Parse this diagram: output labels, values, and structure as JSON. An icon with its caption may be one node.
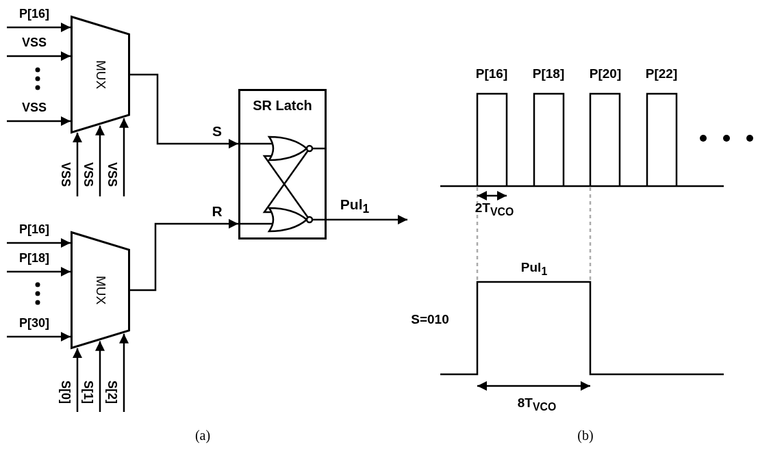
{
  "diagram": {
    "nodes": [
      {
        "text": [
          "MUX"
        ]
      },
      {
        "text": [
          "MUX"
        ]
      },
      {
        "text": [
          "SR Latch"
        ]
      }
    ],
    "edges": [
      {
        "from": null,
        "to": 0,
        "arrow": "to",
        "label": "P[16]"
      },
      {
        "from": null,
        "to": 0,
        "arrow": "to",
        "label": "VSS"
      },
      {
        "from": null,
        "to": 0,
        "arrow": "to",
        "label": "VSS"
      },
      {
        "from": null,
        "to": 0,
        "arrow": "to",
        "label": "VSS"
      },
      {
        "from": null,
        "to": 0,
        "arrow": "to",
        "label": "VSS"
      },
      {
        "from": null,
        "to": 0,
        "arrow": "to",
        "label": "VSS"
      },
      {
        "from": 0,
        "to": 2,
        "arrow": "to",
        "label": "S"
      },
      {
        "from": null,
        "to": 1,
        "arrow": "to",
        "label": "P[16]"
      },
      {
        "from": null,
        "to": 1,
        "arrow": "to",
        "label": "P[18]"
      },
      {
        "from": null,
        "to": 1,
        "arrow": "to",
        "label": "P[30]"
      },
      {
        "from": null,
        "to": 1,
        "arrow": "to",
        "label": "S[0]"
      },
      {
        "from": null,
        "to": 1,
        "arrow": "to",
        "label": "S[1]"
      },
      {
        "from": null,
        "to": 1,
        "arrow": "to",
        "label": "S[2]"
      },
      {
        "from": 1,
        "to": 2,
        "arrow": "to",
        "label": "R"
      },
      {
        "from": 2,
        "to": null,
        "arrow": "to",
        "label": "Pul$_{1}$"
      }
    ],
    "labels": [
      "P[16]",
      "P[18]",
      "P[20]",
      "P[22]",
      "2T$_{VCO}$",
      "Pul$_{1}$",
      "S=010",
      "8T$_{VCO}$",
      "(a)",
      "(b)"
    ]
  }
}
